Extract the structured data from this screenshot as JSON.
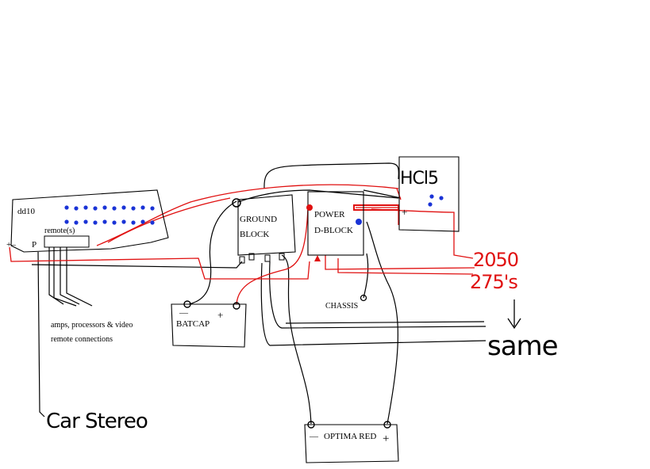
{
  "colors": {
    "wire_black": "#000000",
    "wire_red": "#e01010",
    "marker_blue": "#1a33d6",
    "marker_red": "#e01010",
    "background": "#ffffff"
  },
  "components": {
    "dd10": "dd10",
    "remotes": "remote(s)",
    "ground_block_line1": "GROUND",
    "ground_block_line2": "BLOCK",
    "power_block_line1": "POWER",
    "power_block_line2": "D-BLOCK",
    "batcap": "BATCAP",
    "chassis": "CHASSIS",
    "optima": "OPTIMA RED",
    "hcl": "HCl5"
  },
  "terminals": {
    "minus": "—",
    "plus": "+",
    "p_mark": "P",
    "plus_minus_mark": "+–"
  },
  "notes": {
    "remote_line1": "amps, processors & video",
    "remote_line2": "remote connections",
    "car_stereo": "Car Stereo",
    "amp_2050": "2050",
    "amp_275": "275's",
    "same": "same"
  }
}
